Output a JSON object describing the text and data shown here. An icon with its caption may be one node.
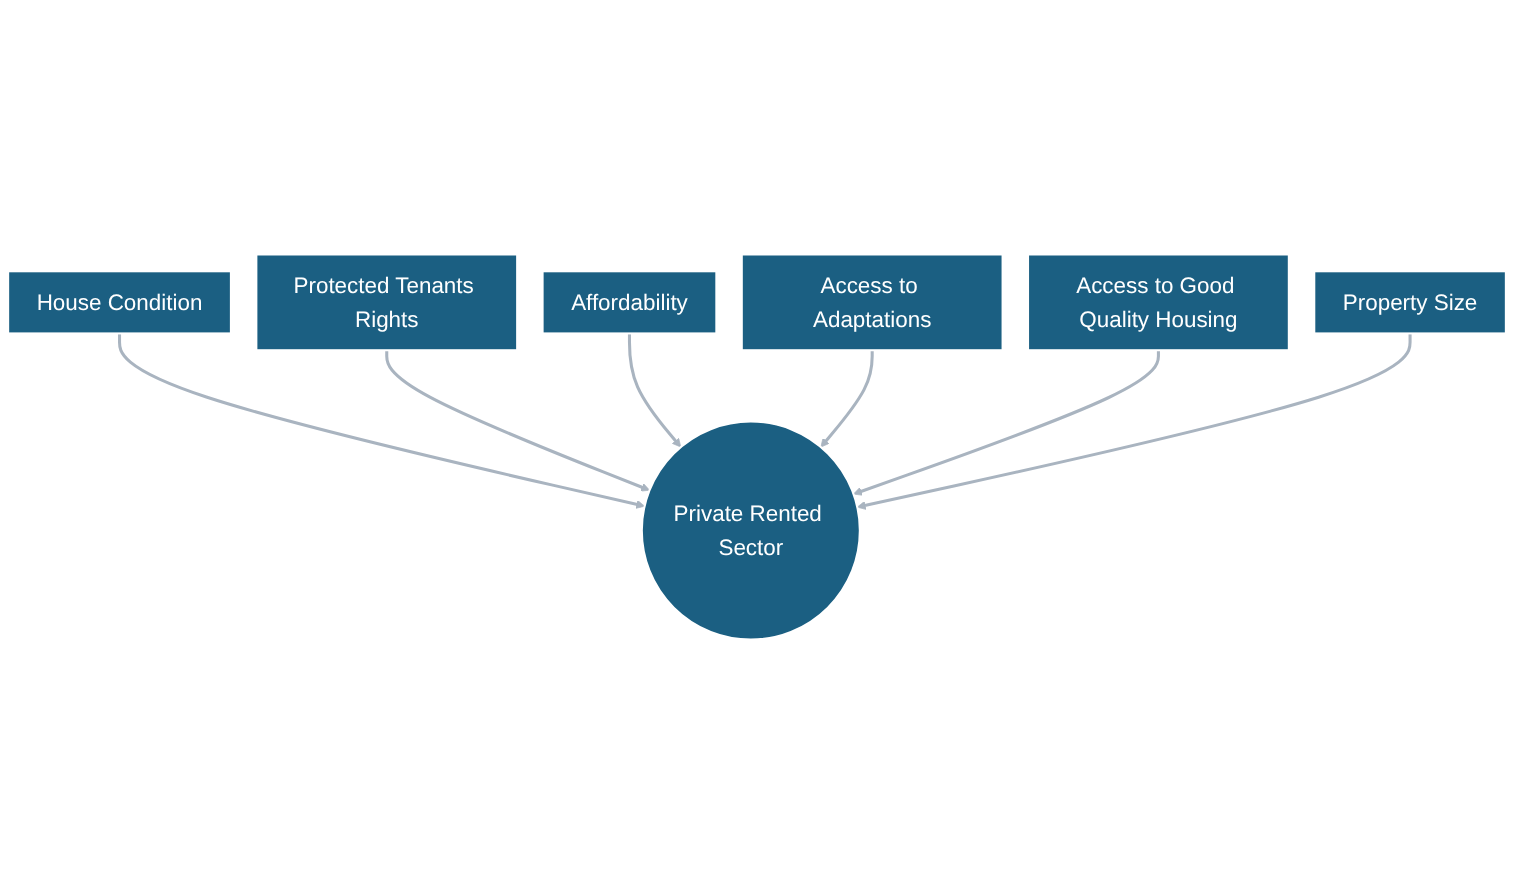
{
  "diagram": {
    "nodes": [
      {
        "text": [
          "House Condition"
        ]
      },
      {
        "text": [
          "Protected Tenants Rights"
        ]
      },
      {
        "text": [
          "Affordability"
        ]
      },
      {
        "text": [
          "Access to Adaptations"
        ]
      },
      {
        "text": [
          "Access to Good Quality Housing"
        ]
      },
      {
        "text": [
          "Private Rented Sector"
        ]
      },
      {
        "text": [
          "Property Size"
        ]
      }
    ],
    "edges": [
      {
        "from": 0,
        "to": 5,
        "arrow": "to"
      },
      {
        "from": 1,
        "to": 5,
        "arrow": "to"
      },
      {
        "from": 2,
        "to": 5,
        "arrow": "to"
      },
      {
        "from": 3,
        "to": 5,
        "arrow": "to"
      },
      {
        "from": 4,
        "to": 5,
        "arrow": "to"
      },
      {
        "from": 6,
        "to": 5,
        "arrow": "to"
      }
    ]
  }
}
